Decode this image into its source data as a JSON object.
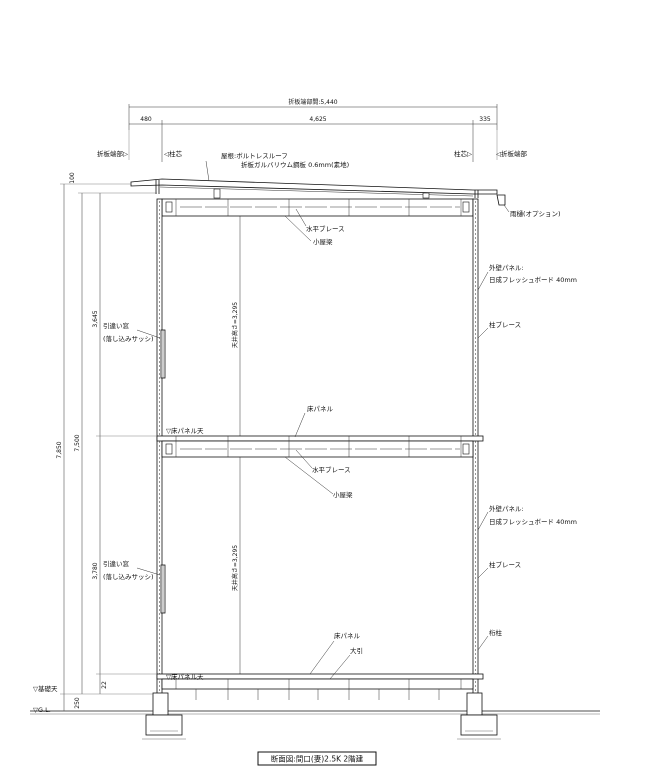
{
  "top_dimensions": {
    "overall": "折板端部間:5,440",
    "left": "480",
    "middle": "4,625",
    "right": "335"
  },
  "top_markers": {
    "left_end": "折板端部▷",
    "left_col": "◁柱芯",
    "right_col": "柱芯▷",
    "right_end": "◁折板端部"
  },
  "roof": {
    "line1": "屋根:ボルトレスルーフ",
    "line2": "折板ガルバリウム鋼板 0.6mm(素地)"
  },
  "gutter": "雨樋(オプション)",
  "upper_floor": {
    "brace": "水平ブレース",
    "joist": "小屋梁",
    "wall_panel_1": "外壁パネル:",
    "wall_panel_2": "日成フレッシュボード 40mm",
    "column_brace": "柱ブレース",
    "ceiling_height": "天井高さ=3,295",
    "window_1": "引違い窓",
    "window_2": "(落し込みサッシ)"
  },
  "mid_floor": {
    "floor_panel": "床パネル",
    "floor_top": "▽床パネル天",
    "brace": "水平ブレース",
    "joist": "小屋梁"
  },
  "lower_floor": {
    "wall_panel_1": "外壁パネル:",
    "wall_panel_2": "日成フレッシュボード 40mm",
    "column_brace": "柱ブレース",
    "column": "桁柱",
    "ceiling_height": "天井高さ=3,295",
    "window_1": "引違い窓",
    "window_2": "(落し込みサッシ)",
    "floor_panel": "床パネル",
    "beam": "大引",
    "floor_top": "▽床パネル天"
  },
  "levels": {
    "foundation_top": "▽基礎天",
    "gl": "▽G.L."
  },
  "vertical_dimensions": {
    "top_gap": "100",
    "total": "7,850",
    "two_floor": "7,500",
    "upper": "3,645",
    "lower": "3,780",
    "floor_gap": "22",
    "foundation": "250"
  },
  "title": "断面図:間口(妻)2.5K 2階建"
}
